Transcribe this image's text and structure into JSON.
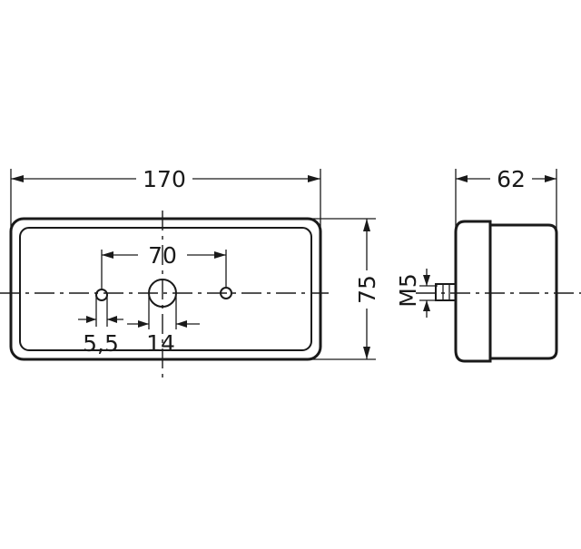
{
  "drawing": {
    "front_view": {
      "overall_width": "170",
      "hole_spacing": "70",
      "small_hole_diameter": "5,5",
      "center_hole_diameter": "14",
      "height": "75"
    },
    "side_view": {
      "depth": "62",
      "thread": "M5"
    }
  },
  "colors": {
    "line": "#1a1a1a",
    "background": "#ffffff"
  }
}
